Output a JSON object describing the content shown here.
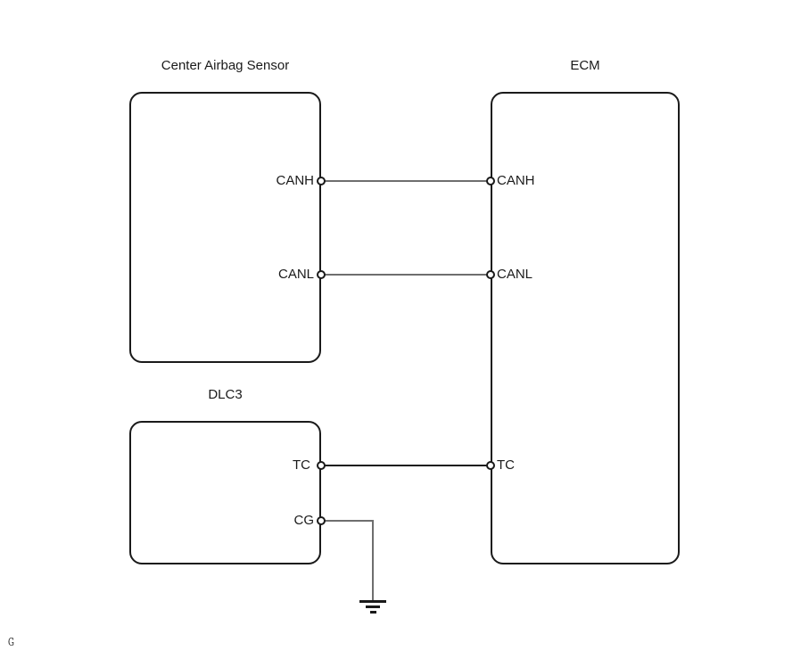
{
  "diagram": {
    "kind": "wiring-diagram",
    "components": {
      "center_airbag_sensor": {
        "label": "Center Airbag Sensor",
        "terminals": {
          "canh": "CANH",
          "canl": "CANL"
        }
      },
      "ecm": {
        "label": "ECM",
        "terminals": {
          "canh": "CANH",
          "canl": "CANL",
          "tc": "TC"
        }
      },
      "dlc3": {
        "label": "DLC3",
        "terminals": {
          "tc": "TC",
          "cg": "CG"
        }
      }
    },
    "connections": [
      {
        "from": "Center Airbag Sensor.CANH",
        "to": "ECM.CANH",
        "color": "#6e6e6e"
      },
      {
        "from": "Center Airbag Sensor.CANL",
        "to": "ECM.CANL",
        "color": "#6e6e6e"
      },
      {
        "from": "DLC3.TC",
        "to": "ECM.TC",
        "color": "#1a1a1a"
      },
      {
        "from": "DLC3.CG",
        "to": "ground",
        "color": "#6e6e6e"
      }
    ],
    "colors": {
      "outline": "#1a1a1a",
      "can_wire": "#6e6e6e",
      "tc_wire": "#1a1a1a",
      "ground_wire": "#6e6e6e",
      "background": "#ffffff"
    }
  },
  "footer": {
    "mark": "G"
  }
}
